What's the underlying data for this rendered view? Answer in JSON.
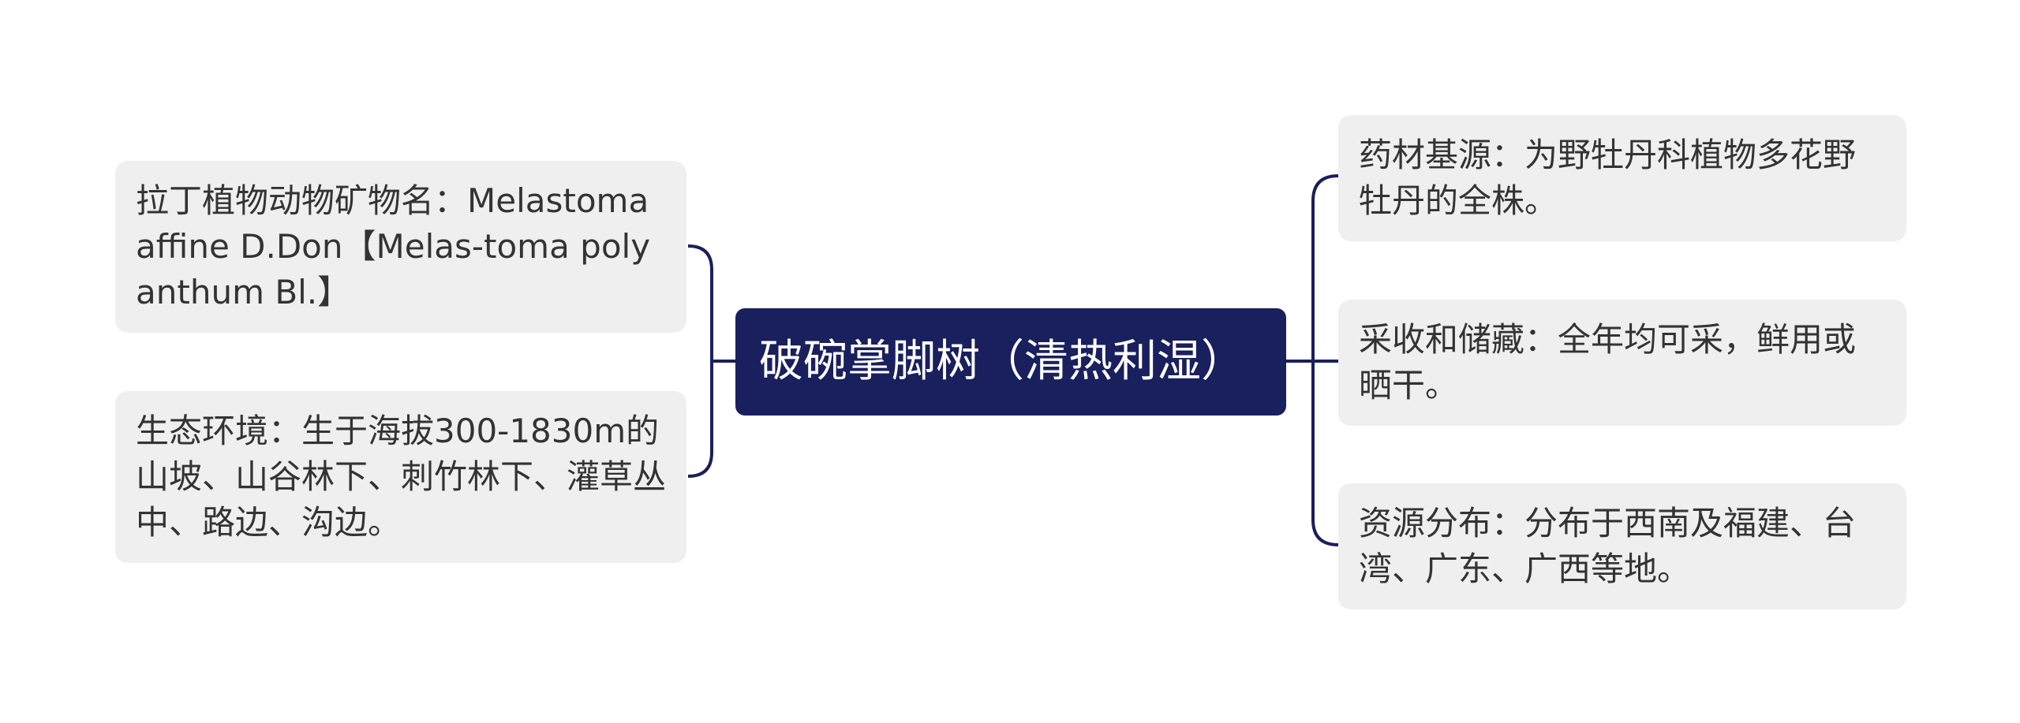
{
  "central": {
    "title": "破碗掌脚树（清热利湿）"
  },
  "left_branches": [
    {
      "text": "拉丁植物动物矿物名：Melastoma affine D.Don【Melas-toma polyanthum Bl.】"
    },
    {
      "text": "生态环境：生于海拔300-1830m的山坡、山谷林下、刺竹林下、灌草丛中、路边、沟边。"
    }
  ],
  "right_branches": [
    {
      "text": "药材基源：为野牡丹科植物多花野牡丹的全株。"
    },
    {
      "text": "采收和储藏：全年均可采，鲜用或晒干。"
    },
    {
      "text": "资源分布：分布于西南及福建、台湾、广东、广西等地。"
    }
  ],
  "colors": {
    "central_bg": "#1a1f5e",
    "node_bg": "#efefef",
    "connector": "#1a1f5e"
  }
}
